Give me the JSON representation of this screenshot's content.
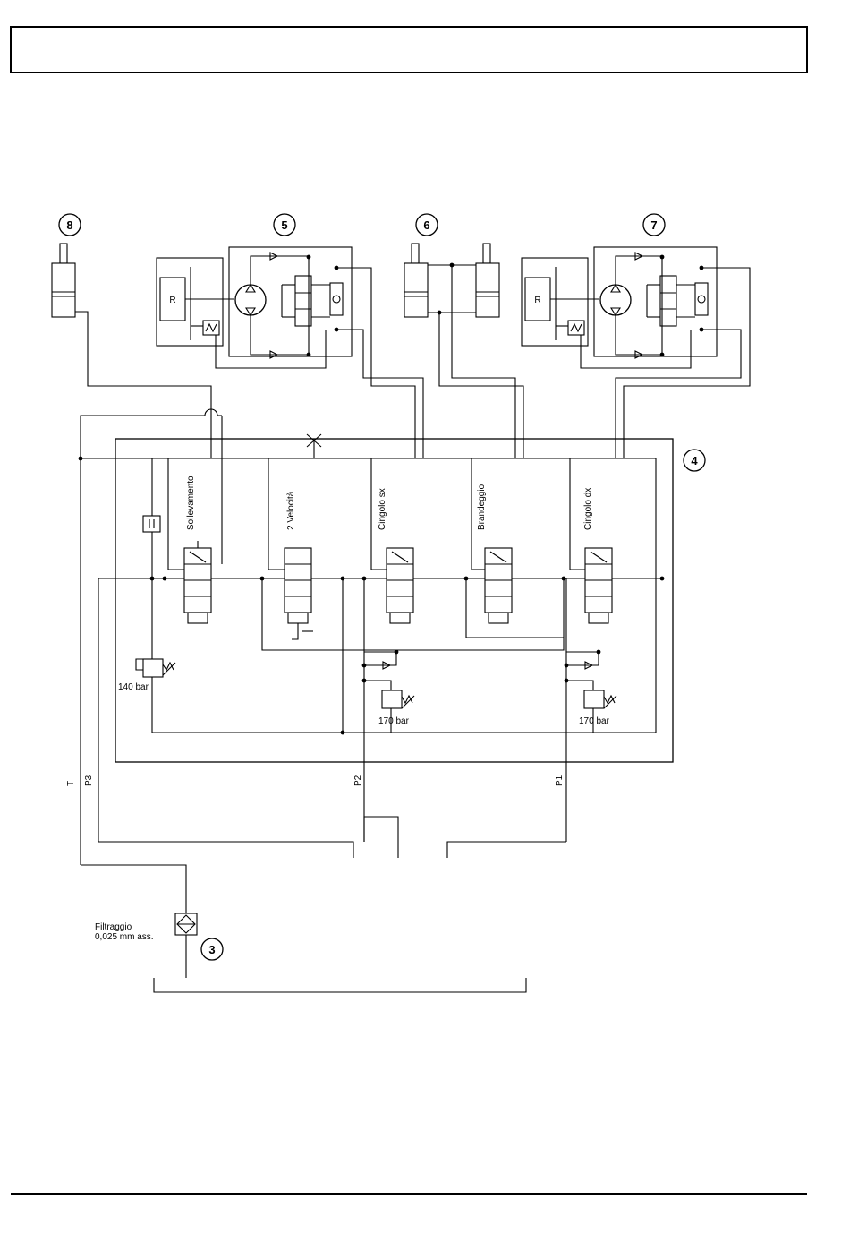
{
  "callouts": {
    "c8": "8",
    "c5": "5",
    "c6": "6",
    "c7": "7",
    "c4": "4",
    "c3": "3"
  },
  "motor_labels": {
    "left_reducer": "R",
    "right_reducer": "R"
  },
  "spool_labels": {
    "sollevamento": "Sollevamento",
    "velocita": "2 Velocità",
    "cingolo_sx": "Cingolo sx",
    "brandeggio": "Brandeggio",
    "cingolo_dx": "Cingolo dx"
  },
  "relief_valves": {
    "rv1": "140 bar",
    "rv2": "170 bar",
    "rv3": "170 bar"
  },
  "ports": {
    "t": "T",
    "p3": "P3",
    "p2": "P2",
    "p1": "P1"
  },
  "filter": {
    "line1": "Filtraggio",
    "line2": "0,025 mm ass."
  }
}
